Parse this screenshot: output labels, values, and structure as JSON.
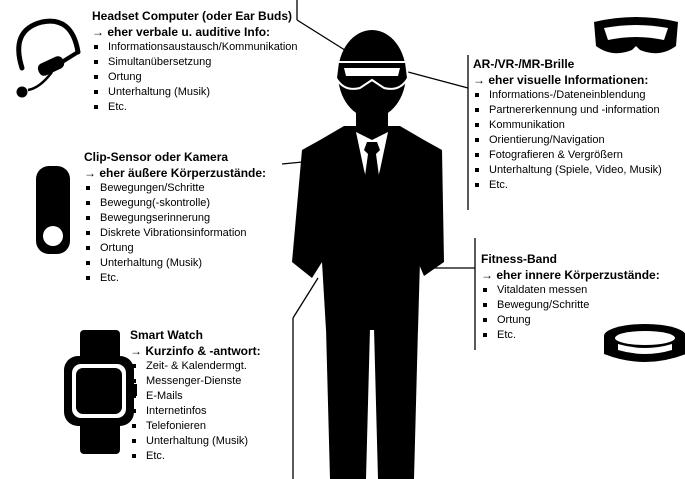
{
  "devices": {
    "headset": {
      "title": "Headset Computer (oder Ear Buds)",
      "subtitle": "→ eher verbale u. auditive Info:",
      "items": [
        "Informationsaustausch/Kommunikation",
        "Simultanübersetzung",
        "Ortung",
        "Unterhaltung (Musik)",
        "Etc."
      ]
    },
    "clip": {
      "title": "Clip-Sensor oder Kamera",
      "subtitle": "→ eher äußere Körperzustände:",
      "items": [
        "Bewegungen/Schritte",
        "Bewegung(-skontrolle)",
        "Bewegungserinnerung",
        "Diskrete Vibrationsinformation",
        "Ortung",
        "Unterhaltung (Musik)",
        "Etc."
      ]
    },
    "watch": {
      "title": "Smart Watch",
      "subtitle": "→ Kurzinfo & -antwort:",
      "items": [
        "Zeit- & Kalendermgt.",
        "Messenger-Dienste",
        "E-Mails",
        "Internetinfos",
        "Telefonieren",
        "Unterhaltung (Musik)",
        "Etc."
      ]
    },
    "glasses": {
      "title": "AR-/VR-/MR-Brille",
      "subtitle": "→ eher visuelle Informationen:",
      "items": [
        "Informations-/Dateneinblendung",
        "Partnererkennung und -information",
        "Kommunikation",
        "Orientierung/Navigation",
        "Fotografieren & Vergrößern",
        "Unterhaltung (Spiele, Video, Musik)",
        "Etc."
      ]
    },
    "band": {
      "title": "Fitness-Band",
      "subtitle": "→ eher innere Körperzustände:",
      "items": [
        "Vitaldaten messen",
        "Bewegung/Schritte",
        "Ortung",
        "Etc."
      ]
    }
  }
}
